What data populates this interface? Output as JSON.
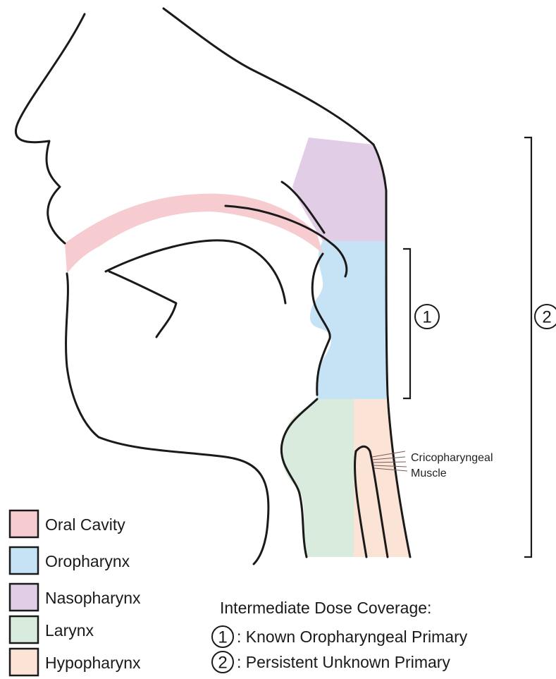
{
  "colors": {
    "oral_cavity": "#f6ccd1",
    "oropharynx": "#c6e3f5",
    "nasopharynx": "#e2cde6",
    "larynx": "#d9ebdd",
    "hypopharynx": "#fbe4d6"
  },
  "muscle_label": {
    "line1": "Cricopharyngeal",
    "line2": "Muscle"
  },
  "brackets": {
    "one": "1",
    "two": "2"
  },
  "legend": [
    {
      "label": "Oral Cavity",
      "color_key": "oral_cavity"
    },
    {
      "label": "Oropharynx",
      "color_key": "oropharynx"
    },
    {
      "label": "Nasopharynx",
      "color_key": "nasopharynx"
    },
    {
      "label": "Larynx",
      "color_key": "larynx"
    },
    {
      "label": "Hypopharynx",
      "color_key": "hypopharynx"
    }
  ],
  "coverage": {
    "title": "Intermediate Dose Coverage:",
    "items": [
      {
        "num": "1",
        "text": ": Known Oropharyngeal Primary"
      },
      {
        "num": "2",
        "text": ": Persistent Unknown Primary"
      }
    ]
  }
}
